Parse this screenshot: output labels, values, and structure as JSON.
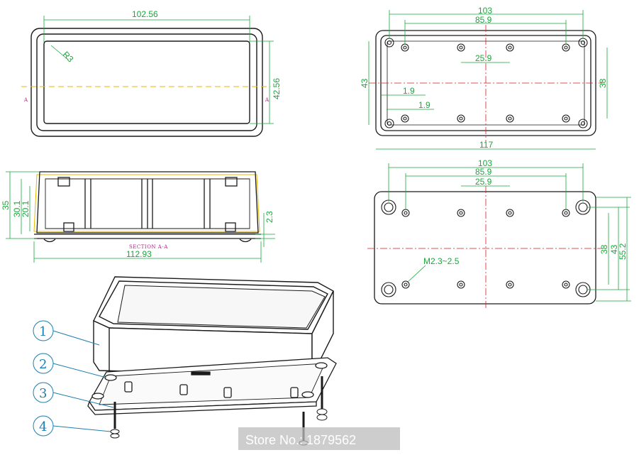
{
  "dims": {
    "top_width": "102.56",
    "top_radius": "R3",
    "top_height": "42.56",
    "right_total": "103",
    "right_inner": "85.9",
    "right_mid": "25.9",
    "right_height": "43",
    "right_h2": "38",
    "wall1": "1.9",
    "wall2": "1.9",
    "right_bottom": "117",
    "sec_h1": "35",
    "sec_h2": "30.1",
    "sec_h3": "20.1",
    "sec_step": "2.3",
    "sec_width": "112.93",
    "bot_total": "103",
    "bot_inner": "85.9",
    "bot_mid": "25.9",
    "bot_h1": "38",
    "bot_h2": "43",
    "bot_h3": "55.2",
    "screw": "M2.3~2.5"
  },
  "section_label": "SECTION A-A",
  "section_mark": "A",
  "parts": [
    "1",
    "2",
    "3",
    "4"
  ],
  "watermark": "Store No.: 1879562",
  "colors": {
    "line": "#1a1a1a",
    "dim": "#18a83a",
    "center": "#d41f1f",
    "section": "#b21e86",
    "callout": "#1e7fae",
    "hidden": "#e6b800"
  }
}
